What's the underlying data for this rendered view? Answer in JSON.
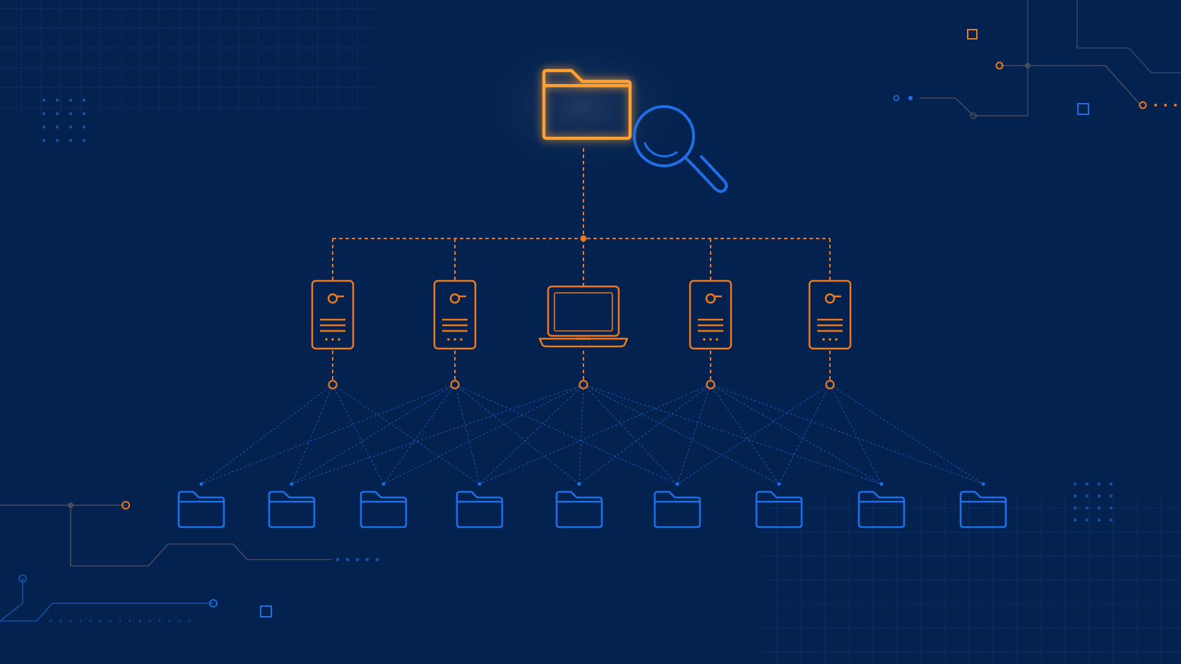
{
  "colors": {
    "background": "#03224f",
    "orange": "#f07a1a",
    "orange_glow": "#ffa033",
    "blue": "#1f6fe8",
    "blue_dim": "#1a4fa8",
    "grid": "#0b3470"
  },
  "diagram": {
    "root": {
      "kind": "folder",
      "icon": "folder-icon",
      "highlighted": true
    },
    "search": {
      "icon": "magnifier-icon"
    },
    "tier1": [
      {
        "kind": "server",
        "icon": "server-icon"
      },
      {
        "kind": "server",
        "icon": "server-icon"
      },
      {
        "kind": "laptop",
        "icon": "laptop-icon"
      },
      {
        "kind": "server",
        "icon": "server-icon"
      },
      {
        "kind": "server",
        "icon": "server-icon"
      }
    ],
    "leaves": [
      {
        "icon": "folder-icon"
      },
      {
        "icon": "folder-icon"
      },
      {
        "icon": "folder-icon"
      },
      {
        "icon": "folder-icon"
      },
      {
        "icon": "folder-icon"
      },
      {
        "icon": "folder-icon"
      },
      {
        "icon": "folder-icon"
      },
      {
        "icon": "folder-icon"
      },
      {
        "icon": "folder-icon"
      }
    ],
    "mesh": [
      [
        0,
        1,
        2,
        3
      ],
      [
        0,
        1,
        2,
        3,
        4,
        5
      ],
      [
        1,
        2,
        3,
        4,
        5,
        6,
        7
      ],
      [
        3,
        4,
        5,
        6,
        7,
        8
      ],
      [
        5,
        6,
        7,
        8
      ]
    ]
  }
}
